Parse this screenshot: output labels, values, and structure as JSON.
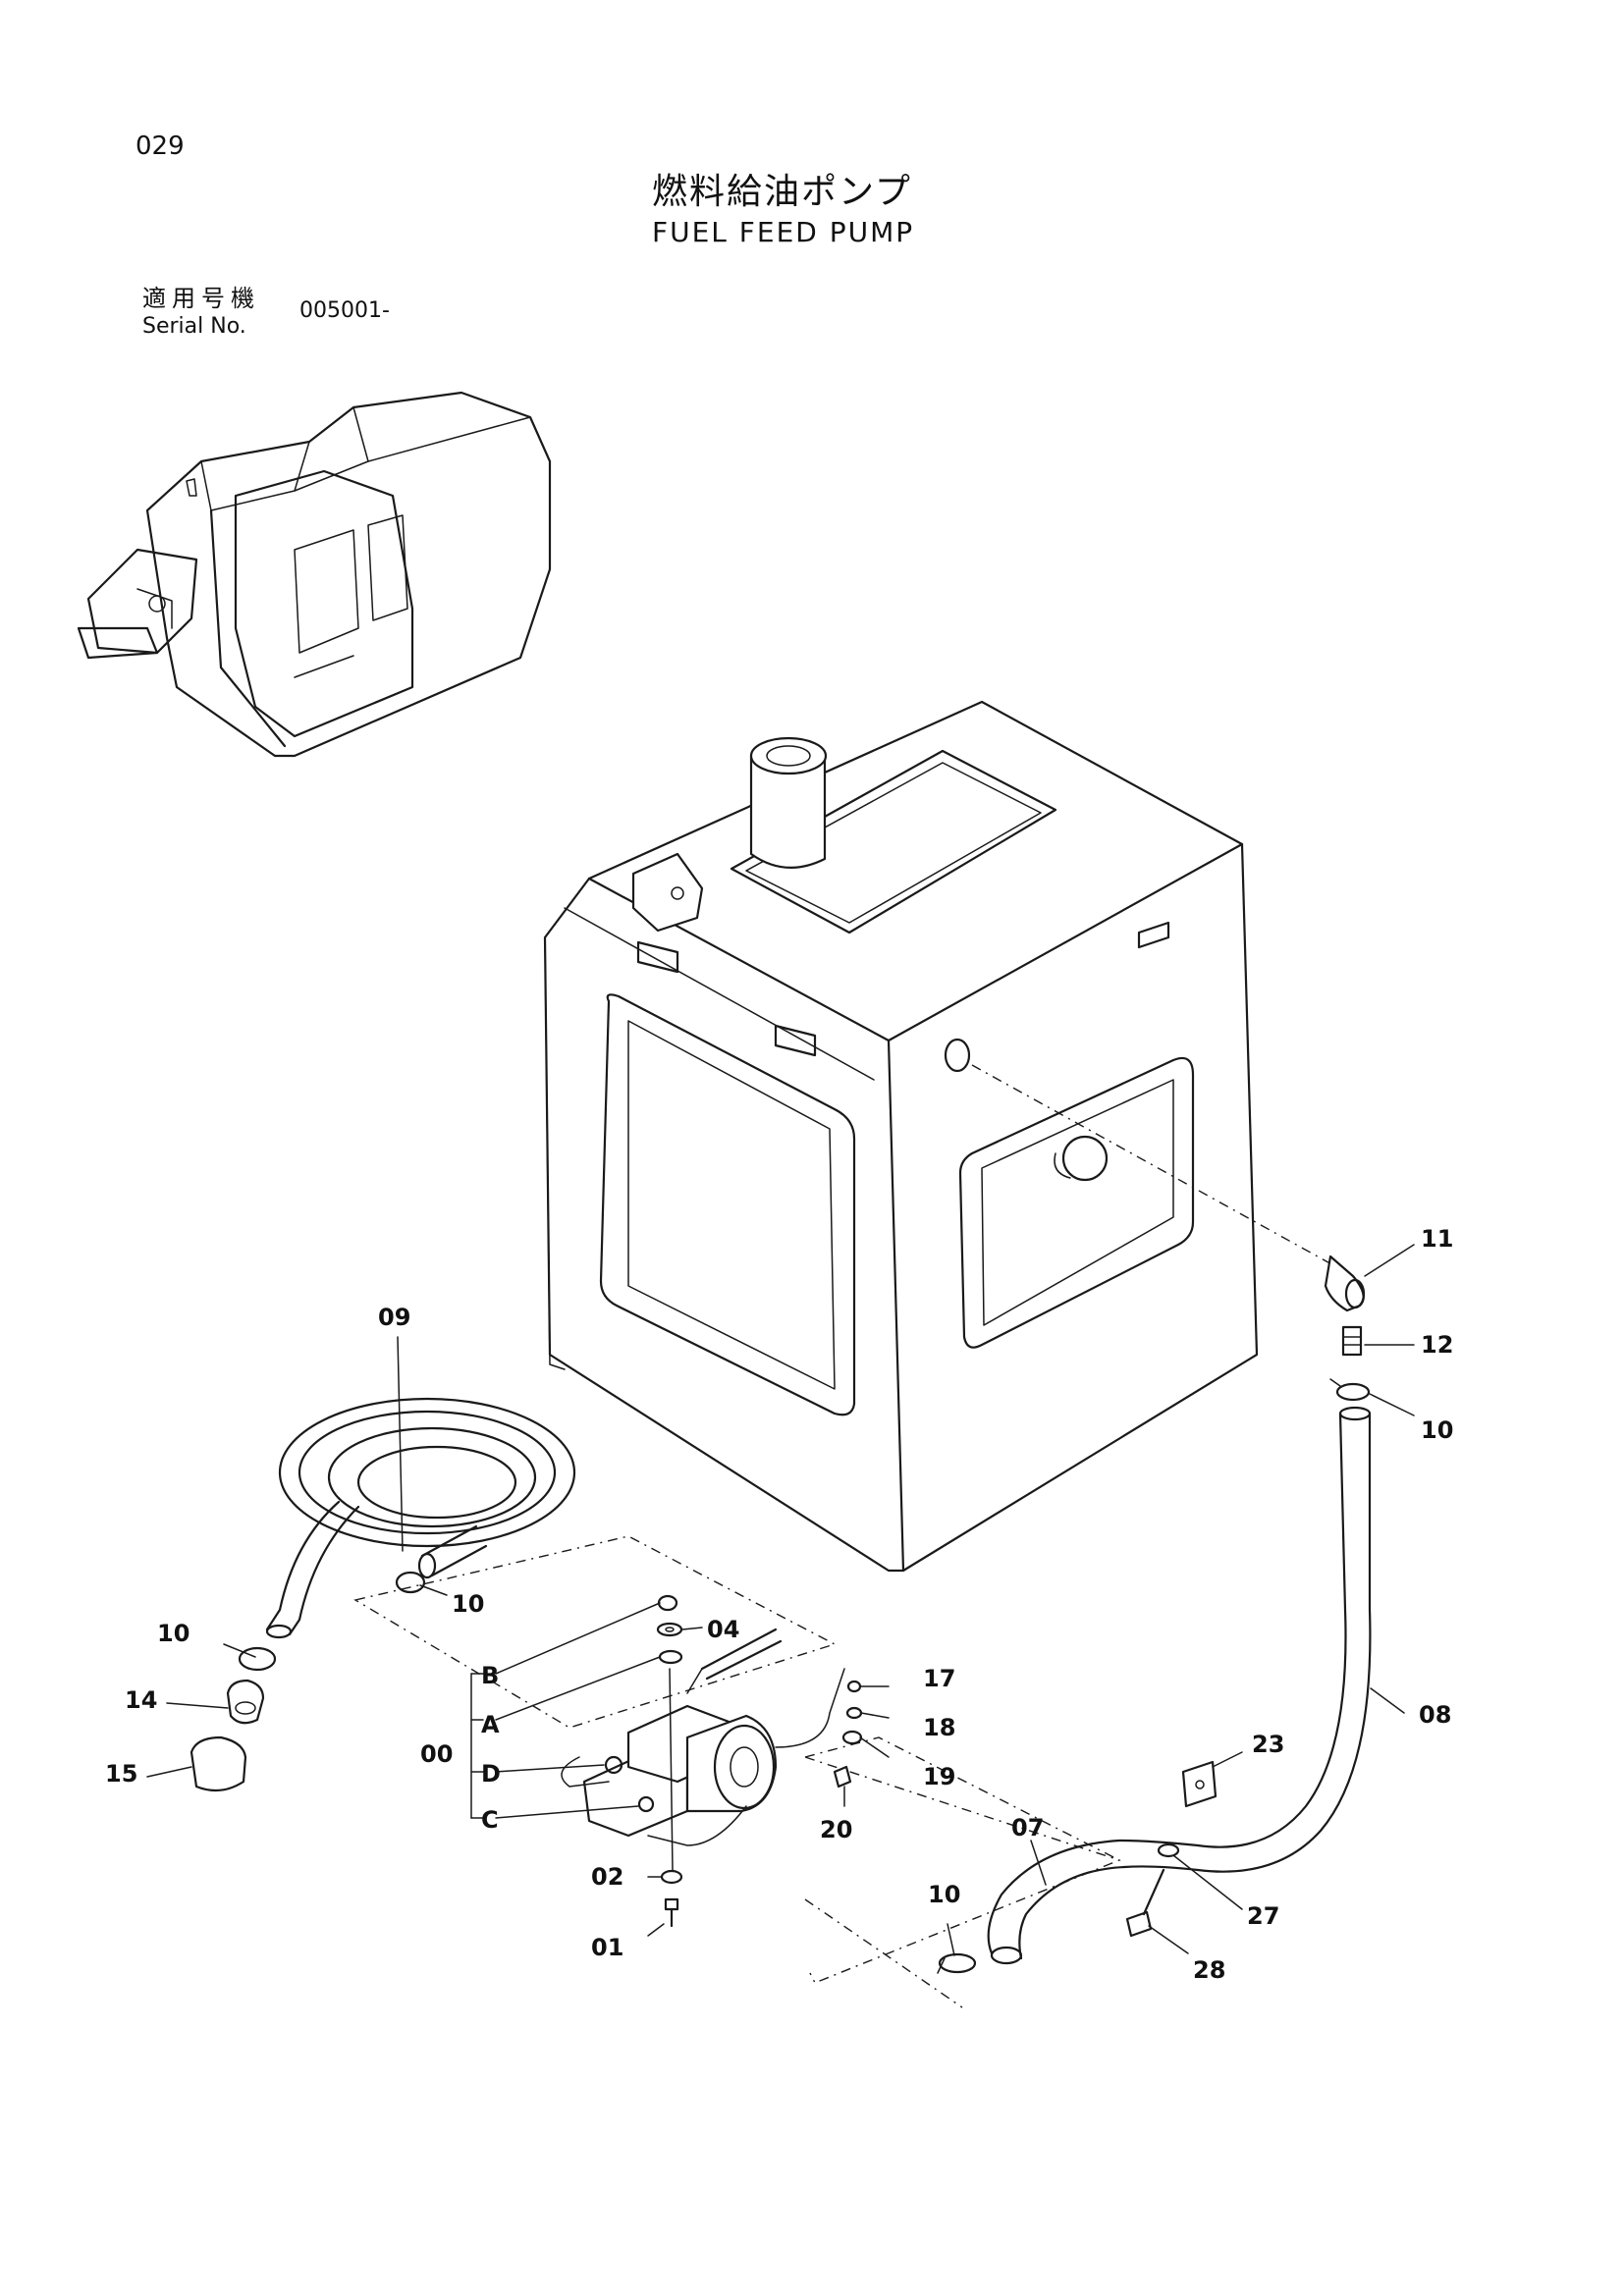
{
  "header": {
    "page_no": "029",
    "title_jp": "燃料給油ポンプ",
    "title_en": "FUEL FEED PUMP",
    "serial_label_jp": "適用号機",
    "serial_label_en": "Serial No.",
    "serial_value": "005001-"
  },
  "callouts": {
    "c11": "11",
    "c12": "12",
    "c10a": "10",
    "c09": "09",
    "c10b": "10",
    "c10c": "10",
    "c14": "14",
    "c15": "15",
    "c04": "04",
    "cB": "B",
    "cA": "A",
    "c00": "00",
    "cD": "D",
    "cC": "C",
    "c17": "17",
    "c18": "18",
    "c19": "19",
    "c20": "20",
    "c02": "02",
    "c01": "01",
    "c08": "08",
    "c23": "23",
    "c07": "07",
    "c27": "27",
    "c10d": "10",
    "c28": "28"
  }
}
